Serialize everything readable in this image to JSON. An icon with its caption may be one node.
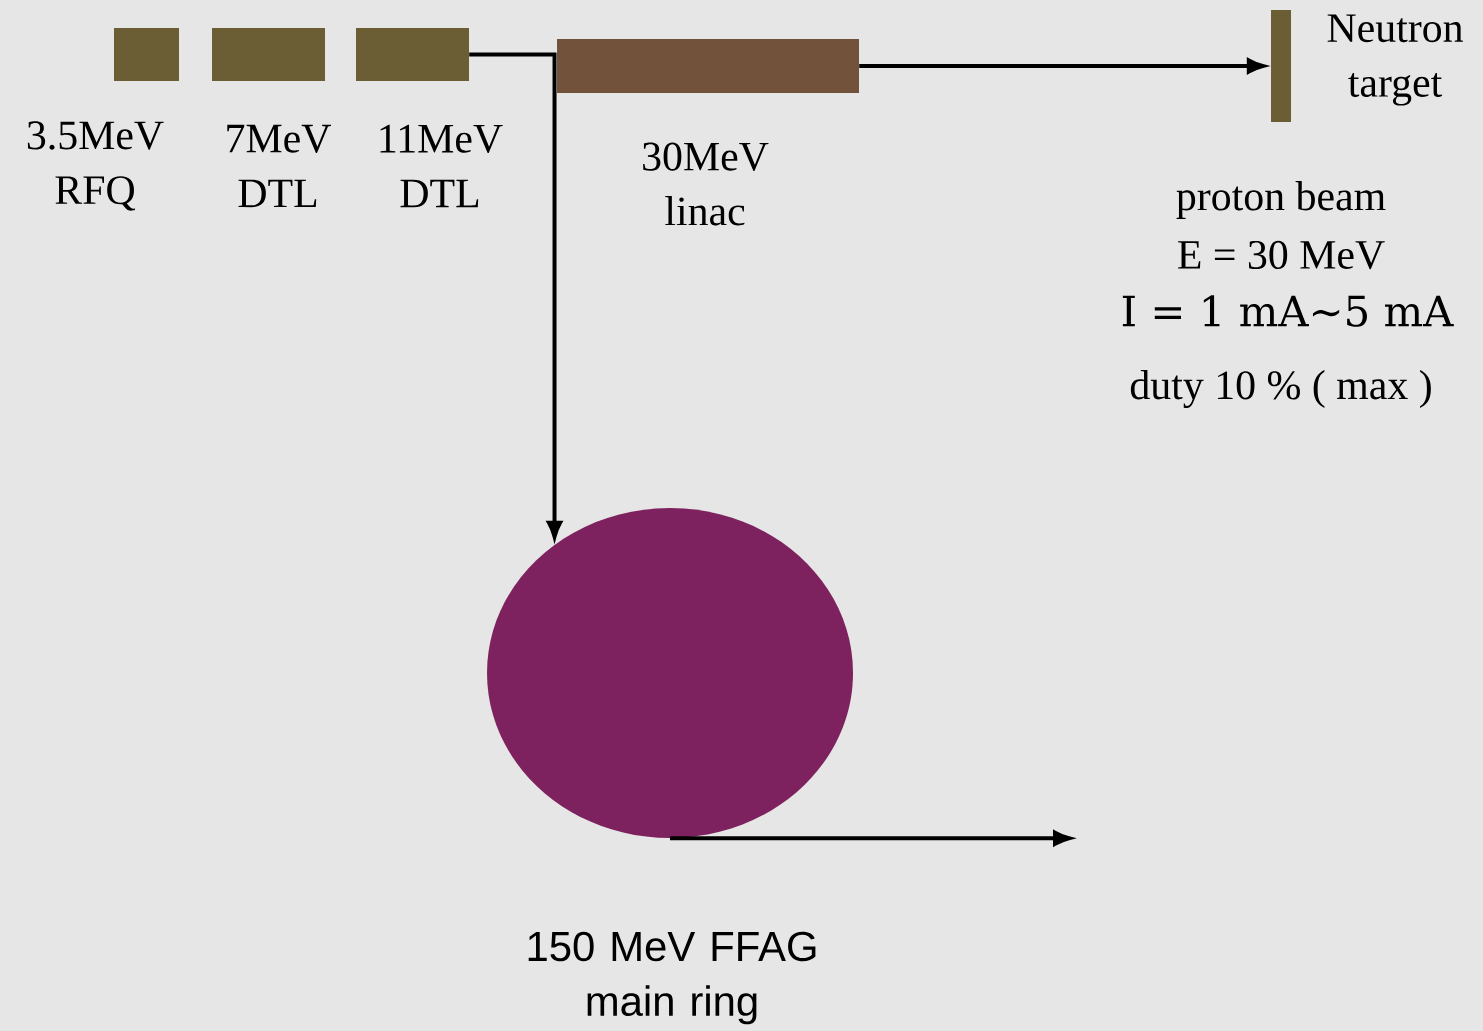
{
  "diagram": {
    "nodes": [
      {
        "text": [
          "3.5MeV RFQ"
        ]
      },
      {
        "text": [
          "7MeV DTL"
        ]
      },
      {
        "text": [
          "11MeV DTL"
        ]
      },
      {
        "text": [
          "30MeV linac"
        ]
      },
      {
        "text": [
          "Neutron target"
        ]
      },
      {
        "text": [
          "150 MeV FFAG main ring"
        ]
      }
    ],
    "edges": [
      {
        "from": 2,
        "to": 5,
        "arrow": "to"
      },
      {
        "from": 3,
        "to": 4,
        "arrow": "to"
      },
      {
        "from": 5,
        "to": null,
        "arrow": "to"
      }
    ],
    "labels": [
      "proton beam",
      "E  = 30 MeV",
      "I = 1 mA∼5 mA",
      "duty 10 % ( max )"
    ]
  }
}
